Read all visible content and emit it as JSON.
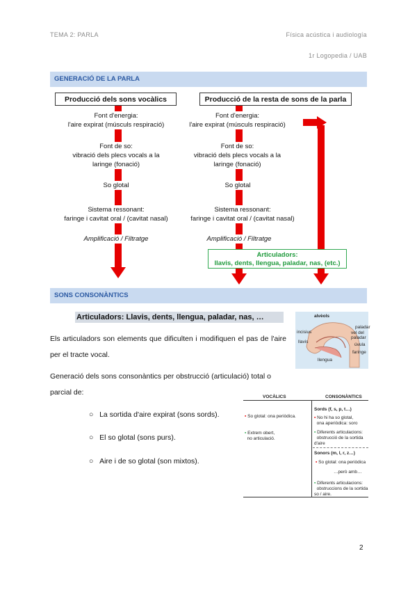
{
  "header": {
    "left": "TEMA 2: PARLA",
    "right": "Física acústica i audiología",
    "sub_right": "1r Logopedia / UAB"
  },
  "section1": {
    "title": "GENERACIÓ DE LA PARLA"
  },
  "left_flow": {
    "title": "Producció dels sons vocàlics",
    "step1": [
      "Font d'energia:",
      "l'aire expirat (músculs respiració)"
    ],
    "step2": [
      "Font de so:",
      "vibració dels plecs vocals a la",
      "laringe (fonació)"
    ],
    "step3": "So glotal",
    "step4": [
      "Sistema ressonant:",
      "faringe i cavitat oral / (cavitat nasal)"
    ],
    "step5": "Amplificació / Filtratge"
  },
  "right_flow": {
    "title": "Producció de la resta de sons de la parla",
    "step1": [
      "Font d'energia:",
      "l'aire expirat (músculs respiració)"
    ],
    "step2": [
      "Font de so:",
      "vibració dels plecs vocals a la",
      "laringe (fonació)"
    ],
    "step3": "So glotal",
    "step4": [
      "Sistema ressonant:",
      "faringe i cavitat oral / (cavitat nasal)"
    ],
    "step5": "Amplificació / Filtratge",
    "articulators_title": "Articuladors:",
    "articulators_list": "llavis, dents, llengua, paladar, nas, (etc.)"
  },
  "section2": {
    "title": "SONS CONSONÀNTICS"
  },
  "subheading": "Articuladors: Llavis, dents, llengua, paladar, nas, …",
  "paragraph1": "Els articuladors son elements que dificulten i modifiquen el pas de l'aire per el tracte vocal.",
  "paragraph2": "Generació dels sons consonàntics per obstrucció (articulació) total o parcial de:",
  "bullets": [
    "La sortida d'aire expirat (sons sords).",
    "El so glotal (sons purs).",
    "Aire i de so glotal (son mixtos)."
  ],
  "diagram_labels": {
    "alveols": "alvèols",
    "dents": "incisius",
    "llavis": "llavis",
    "llengua": "llengua",
    "paladar": "paladar",
    "vel": "vel del paladar",
    "uvula": "úvula",
    "faringe": "faringe"
  },
  "table": {
    "col1": "VOCÀLICS",
    "col2": "CONSONÀNTICS",
    "voc_row1": "So glotal: ona periòdica.",
    "voc_row2": [
      "Extrem obert,",
      "no articulació."
    ],
    "sords_title": "Sords (f, s, p, t…)",
    "sords_1": [
      "No hi ha so glotal,",
      "ona aperiòdica: soro"
    ],
    "sords_2": [
      "Diferents articulacions:",
      "obstrucció de la sortida d'aire"
    ],
    "sonors_title": "Sonors (m, l, r, z…)",
    "sonors_1": "So glotal: ona periòdica",
    "sonors_2": "…però amb…",
    "sonors_3": [
      "Diferents articulacions:",
      "obstruccions de la sortida so / aire."
    ]
  },
  "colors": {
    "arrow": "#e60000",
    "accent": "#2fa84f",
    "section_bg": "#c9daf0"
  },
  "page_number": "2"
}
